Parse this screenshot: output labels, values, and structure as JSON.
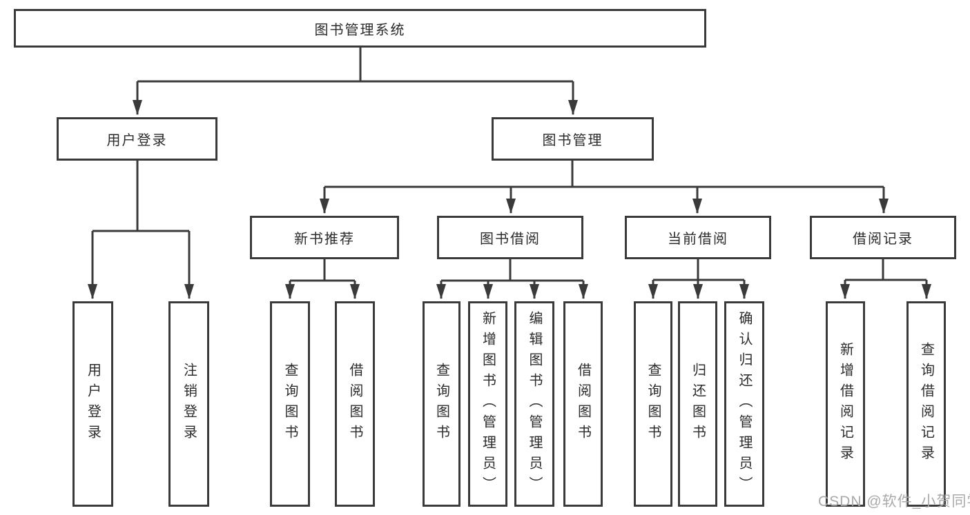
{
  "diagram": {
    "root": "图书管理系统",
    "user_login": {
      "label": "用户登录",
      "children": [
        "用户登录",
        "注销登录"
      ]
    },
    "book_mgmt": {
      "label": "图书管理",
      "sections": [
        {
          "label": "新书推荐",
          "children": [
            "查询图书",
            "借阅图书"
          ]
        },
        {
          "label": "图书借阅",
          "children": [
            "查询图书",
            "新增图书（管理员）",
            "编辑图书（管理员）",
            "借阅图书"
          ]
        },
        {
          "label": "当前借阅",
          "children": [
            "查询图书",
            "归还图书",
            "确认归还（管理员）"
          ]
        },
        {
          "label": "借阅记录",
          "children": [
            "新增借阅记录",
            "查询借阅记录"
          ]
        }
      ]
    }
  },
  "watermark": "CSDN @软件_小贺同学",
  "colors": {
    "line": "#3a3a3a",
    "text": "#2b2b2b",
    "background": "#ffffff",
    "watermark": "#a9a9a9"
  }
}
